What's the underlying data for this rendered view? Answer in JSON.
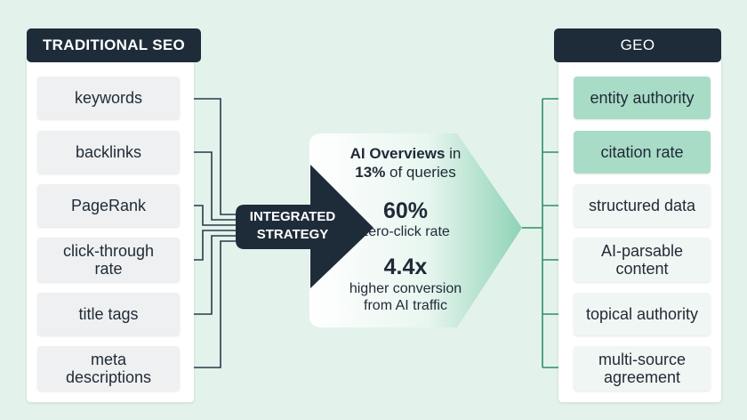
{
  "left_panel": {
    "title": "TRADITIONAL SEO",
    "items": [
      {
        "label": "keywords"
      },
      {
        "label": "backlinks"
      },
      {
        "label": "PageRank"
      },
      {
        "label": "click-through rate"
      },
      {
        "label": "title tags"
      },
      {
        "label": "meta descriptions"
      }
    ]
  },
  "right_panel": {
    "title": "GEO",
    "items": [
      {
        "label": "entity authority",
        "highlighted": true
      },
      {
        "label": "citation rate",
        "highlighted": true
      },
      {
        "label": "structured data",
        "highlighted": false
      },
      {
        "label": "AI-parsable content",
        "highlighted": false
      },
      {
        "label": "topical authority",
        "highlighted": false
      },
      {
        "label": "multi-source agreement",
        "highlighted": false
      }
    ]
  },
  "center": {
    "strategy_label_line1": "INTEGRATED",
    "strategy_label_line2": "STRATEGY",
    "stat1_part1": "AI Overviews",
    "stat1_part2": " in",
    "stat1_pct": "13%",
    "stat1_part3": " of queries",
    "stat2_value": "60%",
    "stat2_label": "zero-click rate",
    "stat3_value": "4.4x",
    "stat3_line1": "higher conversion",
    "stat3_line2": "from AI traffic"
  },
  "colors": {
    "header_bg": "#1e2c3a",
    "left_connector": "#2b3a48",
    "right_connector": "#2f8f63",
    "highlight": "#a9dcc7",
    "background": "#e3f3ec"
  }
}
